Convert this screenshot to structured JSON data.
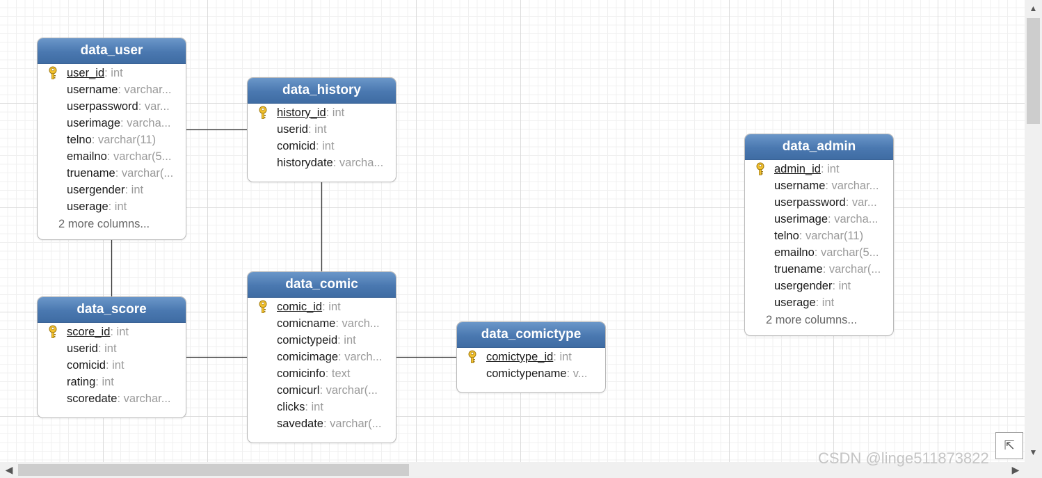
{
  "entities": {
    "data_user": {
      "title": "data_user",
      "columns": [
        {
          "name": "user_id",
          "type": ": int",
          "pk": true
        },
        {
          "name": "username",
          "type": ": varchar..."
        },
        {
          "name": "userpassword",
          "type": ": var..."
        },
        {
          "name": "userimage",
          "type": ": varcha..."
        },
        {
          "name": "telno",
          "type": ": varchar(11)"
        },
        {
          "name": "emailno",
          "type": ": varchar(5..."
        },
        {
          "name": "truename",
          "type": ": varchar(..."
        },
        {
          "name": "usergender",
          "type": ": int"
        },
        {
          "name": "userage",
          "type": ": int"
        }
      ],
      "more": "2 more columns..."
    },
    "data_history": {
      "title": "data_history",
      "columns": [
        {
          "name": "history_id",
          "type": ": int",
          "pk": true
        },
        {
          "name": "userid",
          "type": ": int"
        },
        {
          "name": "comicid",
          "type": ": int"
        },
        {
          "name": "historydate",
          "type": ": varcha..."
        }
      ]
    },
    "data_score": {
      "title": "data_score",
      "columns": [
        {
          "name": "score_id",
          "type": ": int",
          "pk": true
        },
        {
          "name": "userid",
          "type": ": int"
        },
        {
          "name": "comicid",
          "type": ": int"
        },
        {
          "name": "rating",
          "type": ": int"
        },
        {
          "name": "scoredate",
          "type": ": varchar..."
        }
      ]
    },
    "data_comic": {
      "title": "data_comic",
      "columns": [
        {
          "name": "comic_id",
          "type": ": int",
          "pk": true
        },
        {
          "name": "comicname",
          "type": ": varch..."
        },
        {
          "name": "comictypeid",
          "type": ": int"
        },
        {
          "name": "comicimage",
          "type": ": varch..."
        },
        {
          "name": "comicinfo",
          "type": ": text"
        },
        {
          "name": "comicurl",
          "type": ": varchar(..."
        },
        {
          "name": "clicks",
          "type": ": int"
        },
        {
          "name": "savedate",
          "type": ": varchar(..."
        }
      ]
    },
    "data_comictype": {
      "title": "data_comictype",
      "columns": [
        {
          "name": "comictype_id",
          "type": ": int",
          "pk": true
        },
        {
          "name": "comictypename",
          "type": ": v..."
        }
      ]
    },
    "data_admin": {
      "title": "data_admin",
      "columns": [
        {
          "name": "admin_id",
          "type": ": int",
          "pk": true
        },
        {
          "name": "username",
          "type": ": varchar..."
        },
        {
          "name": "userpassword",
          "type": ": var..."
        },
        {
          "name": "userimage",
          "type": ": varcha..."
        },
        {
          "name": "telno",
          "type": ": varchar(11)"
        },
        {
          "name": "emailno",
          "type": ": varchar(5..."
        },
        {
          "name": "truename",
          "type": ": varchar(..."
        },
        {
          "name": "usergender",
          "type": ": int"
        },
        {
          "name": "userage",
          "type": ": int"
        }
      ],
      "more": "2 more columns..."
    }
  },
  "relationships": [
    {
      "from": "data_user",
      "to": "data_history"
    },
    {
      "from": "data_user",
      "to": "data_score"
    },
    {
      "from": "data_history",
      "to": "data_comic"
    },
    {
      "from": "data_score",
      "to": "data_comic"
    },
    {
      "from": "data_comic",
      "to": "data_comictype"
    }
  ],
  "colors": {
    "header_top": "#6b97c9",
    "header_bottom": "#3f6ca3",
    "key_icon": "#f2c12e",
    "connector": "#333333",
    "type_text": "#9a9a9a"
  },
  "icons": {
    "primary_key": "key-icon",
    "navigator": "arrow-up-left-icon"
  },
  "watermark": "CSDN @linge511873822"
}
